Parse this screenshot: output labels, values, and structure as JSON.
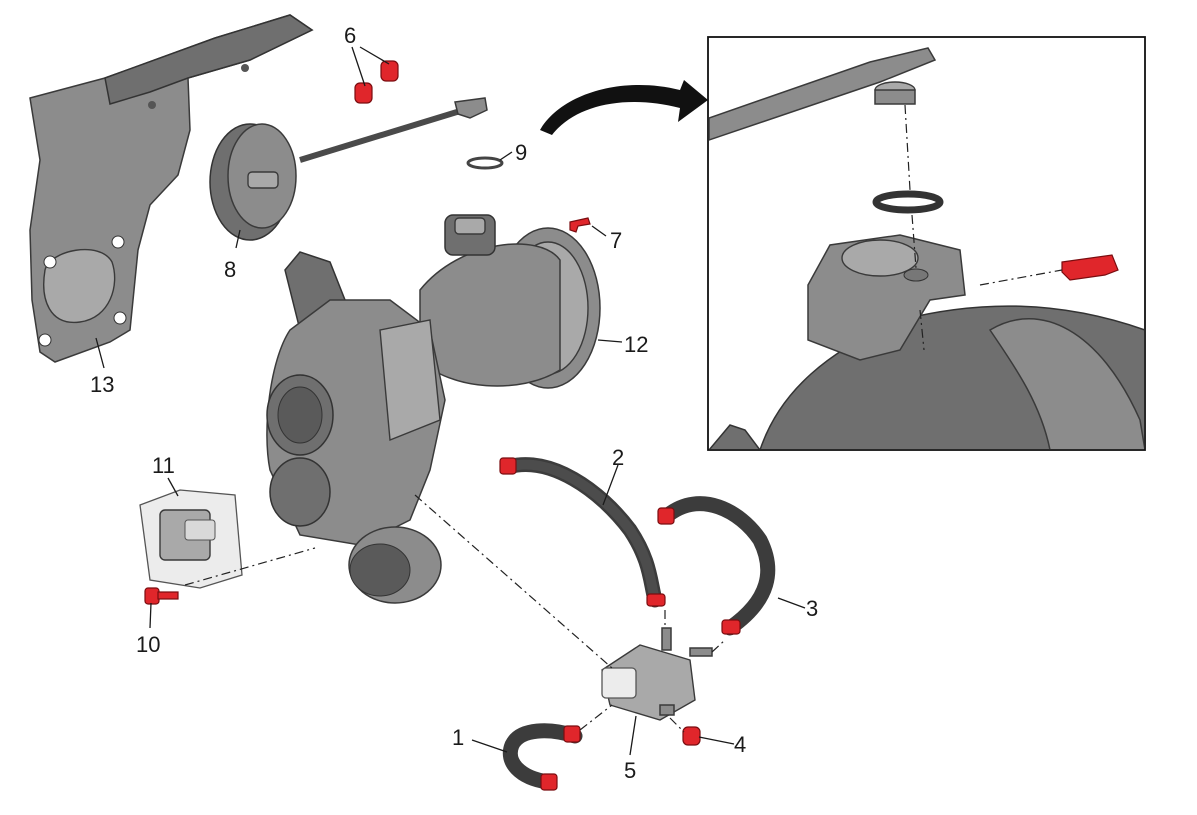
{
  "diagram": {
    "callouts": [
      {
        "id": "1",
        "text": "1"
      },
      {
        "id": "2",
        "text": "2"
      },
      {
        "id": "3",
        "text": "3"
      },
      {
        "id": "4",
        "text": "4"
      },
      {
        "id": "5",
        "text": "5"
      },
      {
        "id": "6",
        "text": "6"
      },
      {
        "id": "7",
        "text": "7"
      },
      {
        "id": "8",
        "text": "8"
      },
      {
        "id": "9",
        "text": "9"
      },
      {
        "id": "10",
        "text": "10"
      },
      {
        "id": "11",
        "text": "11"
      },
      {
        "id": "12",
        "text": "12"
      },
      {
        "id": "13",
        "text": "13"
      }
    ],
    "colors": {
      "fastener": "#e0262b",
      "part": "#8c8c8c",
      "hose": "#3c3c3c",
      "outline": "#1a1a1a"
    }
  }
}
